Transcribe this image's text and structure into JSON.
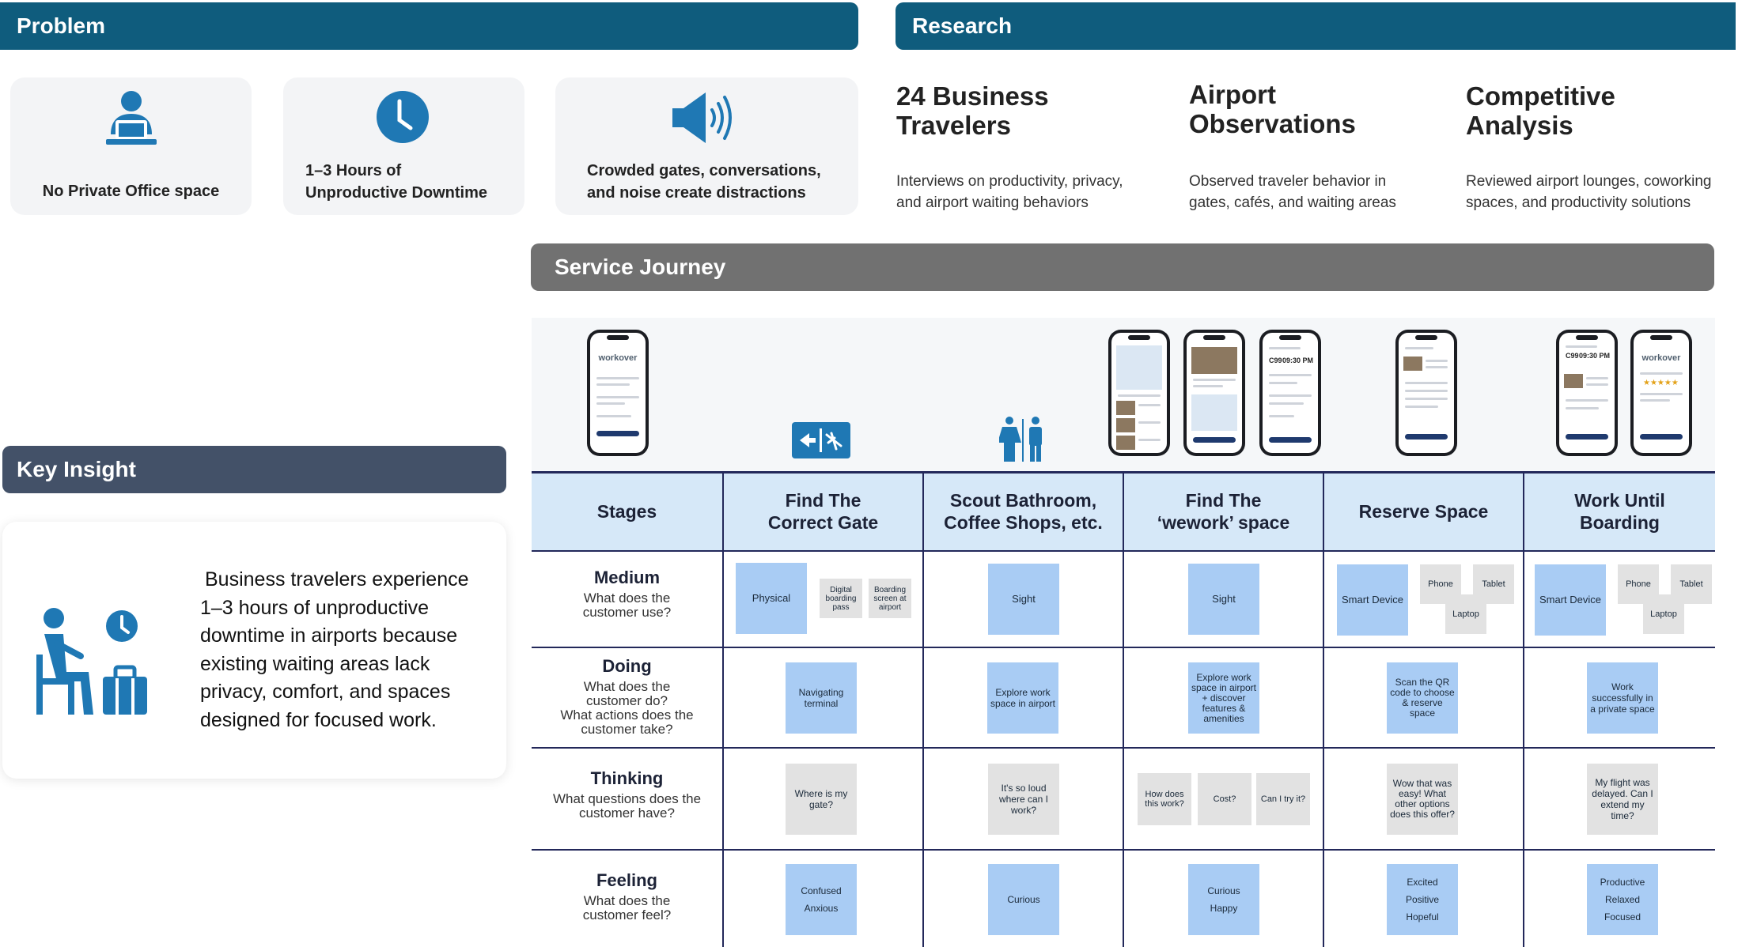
{
  "headers": {
    "problem": "Problem",
    "research": "Research",
    "service_journey": "Service Journey",
    "key_insight": "Key Insight"
  },
  "colors": {
    "teal": "#0f5c7d",
    "grey": "#717171",
    "slate": "#435168",
    "sticky_blue": "#a9ccf4",
    "sticky_grey": "#e2e2e2",
    "stage_header": "#d6e8f8",
    "icon_blue": "#1f78b4"
  },
  "problems": [
    {
      "icon": "person-laptop-icon",
      "text": "No Private Office space"
    },
    {
      "icon": "clock-icon",
      "line1": "1–3 Hours of",
      "line2": "Unproductive Downtime"
    },
    {
      "icon": "speaker-icon",
      "line1": "Crowded gates, conversations,",
      "line2": "and noise create distractions"
    }
  ],
  "research": [
    {
      "title1": "24 Business",
      "title2": "Travelers",
      "desc1": "Interviews on productivity, privacy,",
      "desc2": "and airport waiting behaviors"
    },
    {
      "title1": "Airport",
      "title2": "Observations",
      "desc1": "Observed traveler behavior in",
      "desc2": "gates, cafés, and waiting areas"
    },
    {
      "title1": "Competitive",
      "title2": "Analysis",
      "desc1": "Reviewed airport lounges, coworking",
      "desc2": "spaces, and productivity solutions"
    }
  ],
  "insight": {
    "icon": "traveler-waiting-icon",
    "lines": [
      "Business travelers experience",
      "1–3 hours of unproductive",
      "downtime in airports because",
      "existing waiting areas lack",
      "privacy, comfort, and spaces",
      "designed for focused work."
    ]
  },
  "phones": {
    "brand": "workover",
    "time1": "C99",
    "time2": "09:30 PM"
  },
  "journey_icons": {
    "gate_icon": "gate-sign-icon",
    "restroom_icon": "restroom-icon"
  },
  "stages": {
    "label": "Stages",
    "columns": [
      {
        "line1": "Find The",
        "line2": "Correct Gate"
      },
      {
        "line1": "Scout Bathroom,",
        "line2": "Coffee Shops, etc."
      },
      {
        "line1": "Find The",
        "line2": "‘wework’ space"
      },
      {
        "line1": "Reserve Space",
        "line2": ""
      },
      {
        "line1": "Work Until",
        "line2": "Boarding"
      }
    ]
  },
  "rows": {
    "medium": {
      "title": "Medium",
      "sub1": "What does the",
      "sub2": "customer use?",
      "sub3": ""
    },
    "doing": {
      "title": "Doing",
      "sub1": "What does the",
      "sub2": "customer do?",
      "sub3": "What actions does the",
      "sub4": "customer take?"
    },
    "thinking": {
      "title": "Thinking",
      "sub1": "What questions does the",
      "sub2": "customer have?"
    },
    "feeling": {
      "title": "Feeling",
      "sub1": "What does the",
      "sub2": "customer feel?"
    }
  },
  "notes": {
    "medium": {
      "c1": {
        "main": "Physical",
        "g1": "Digital boarding pass",
        "g2": "Boarding screen at airport"
      },
      "c2": {
        "main": "Sight"
      },
      "c3": {
        "main": "Sight"
      },
      "c4": {
        "main": "Smart Device",
        "g1": "Phone",
        "g2": "Tablet",
        "g3": "Laptop"
      },
      "c5": {
        "main": "Smart Device",
        "g1": "Phone",
        "g2": "Tablet",
        "g3": "Laptop"
      }
    },
    "doing": {
      "c1": "Navigating terminal",
      "c2": "Explore work space in airport",
      "c3": "Explore work space in airport + discover features & amenities",
      "c4": "Scan the QR code to choose & reserve space",
      "c5": "Work successfully in a private space"
    },
    "thinking": {
      "c1": "Where is my gate?",
      "c2": "It's so loud where can I work?",
      "c3a": "How does this work?",
      "c3b": "Cost?",
      "c3c": "Can I try it?",
      "c4": "Wow that was easy! What other options does this offer?",
      "c5": "My flight was delayed. Can I extend my time?"
    },
    "feeling": {
      "c1": [
        "Confused",
        "Anxious"
      ],
      "c2": [
        "Curious"
      ],
      "c3": [
        "Curious",
        "Happy"
      ],
      "c4": [
        "Excited",
        "Positive",
        "Hopeful"
      ],
      "c5": [
        "Productive",
        "Relaxed",
        "Focused"
      ]
    }
  }
}
